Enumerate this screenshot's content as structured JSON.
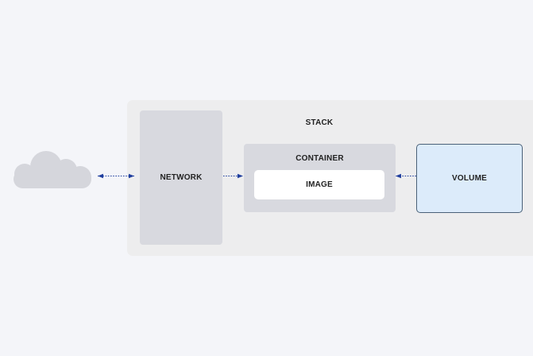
{
  "diagram": {
    "stack_label": "STACK",
    "network_label": "NETWORK",
    "container_label": "CONTAINER",
    "image_label": "IMAGE",
    "volume_label": "VOLUME"
  },
  "icons": {
    "cloud": "cloud-icon"
  },
  "colors": {
    "background": "#f4f5f9",
    "stack_fill": "#ededee",
    "component_fill": "#d8d9df",
    "image_fill": "#ffffff",
    "volume_fill": "#dcebfa",
    "volume_border": "#4a6178",
    "cloud_fill": "#d5d6dc",
    "connector": "#1f3e9e"
  },
  "connectors": [
    {
      "from": "cloud",
      "to": "network",
      "style": "dotted",
      "arrows": "both"
    },
    {
      "from": "network",
      "to": "container",
      "style": "dotted",
      "arrows": "end"
    },
    {
      "from": "volume",
      "to": "container",
      "style": "dotted",
      "arrows": "end"
    }
  ]
}
